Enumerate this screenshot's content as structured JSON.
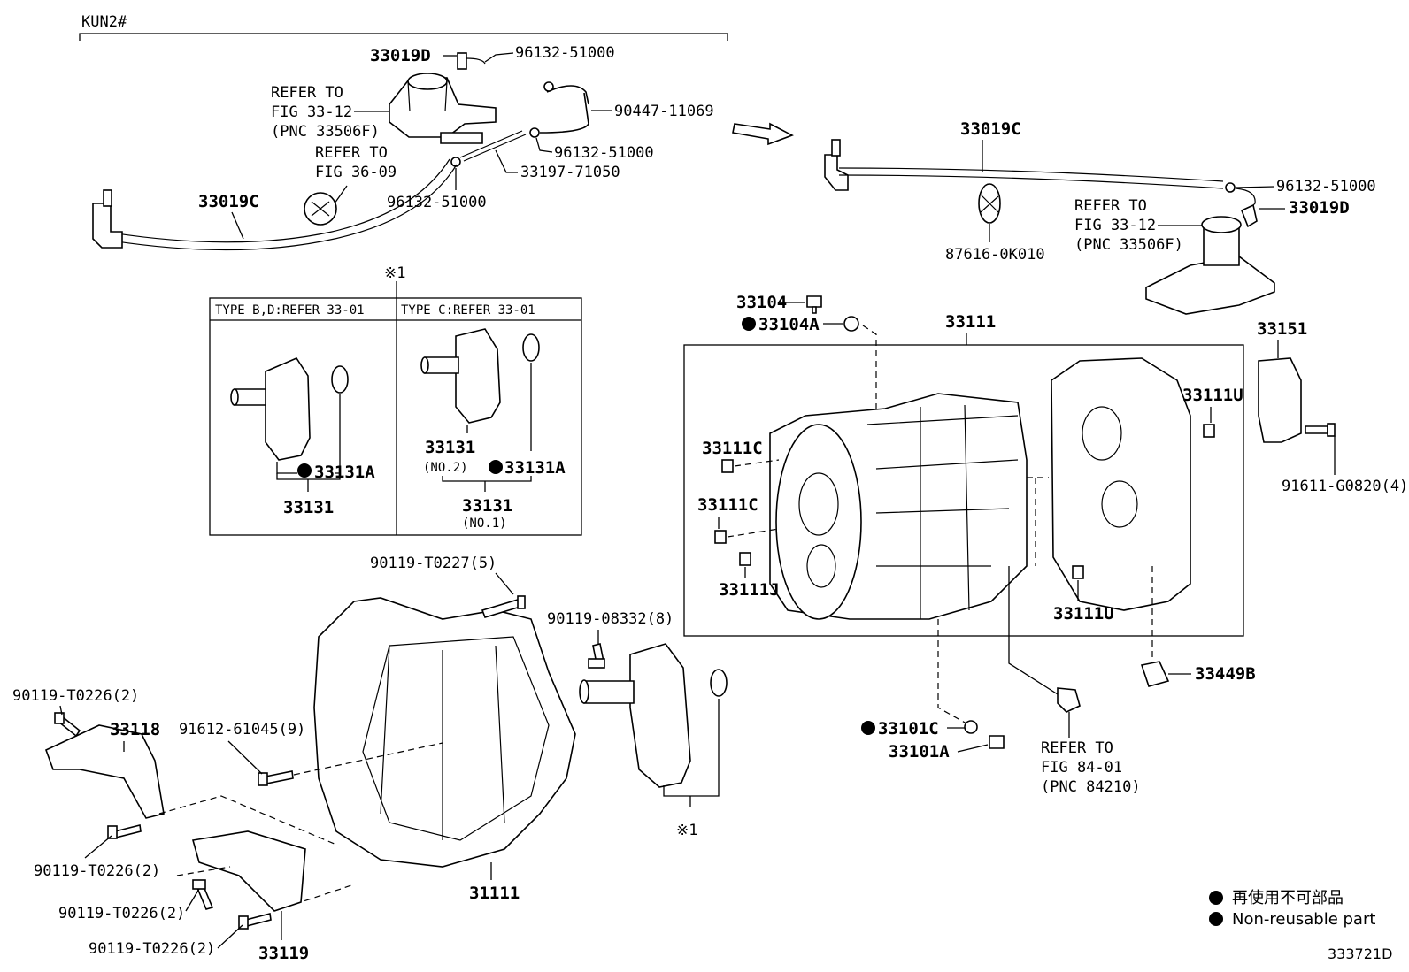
{
  "diagram": {
    "figure_id": "333721D",
    "model_header": "KUN2#",
    "arrow_note": "⇒",
    "legend": {
      "jp": "再使用不可部品",
      "en": "Non-reusable part"
    },
    "inset": {
      "mark": "※1",
      "left_title": "TYPE B,D:REFER 33-01",
      "right_title": "TYPE C:REFER 33-01",
      "left_seal": "33131A",
      "left_part": "33131",
      "right_part_top": "33131",
      "right_part_top_sub": "(NO.2)",
      "right_seal": "33131A",
      "right_part": "33131",
      "right_part_sub": "(NO.1)"
    },
    "top_left": {
      "p33019D": "33019D",
      "p96132_a": "96132-51000",
      "ref1_a": "REFER TO",
      "ref1_b": "FIG 33-12",
      "ref1_c": "(PNC 33506F)",
      "p90447": "90447-11069",
      "p96132_b": "96132-51000",
      "ref2_a": "REFER TO",
      "ref2_b": "FIG 36-09",
      "p33197": "33197-71050",
      "p33019C": "33019C",
      "p96132_c": "96132-51000"
    },
    "top_right": {
      "p33019C": "33019C",
      "p96132": "96132-51000",
      "p33019D": "33019D",
      "ref_a": "REFER TO",
      "ref_b": "FIG 33-12",
      "ref_c": "(PNC 33506F)",
      "p87616": "87616-0K010"
    },
    "right_case": {
      "p33104": "33104",
      "p33104A": "33104A",
      "p33111": "33111",
      "p33151": "33151",
      "p33111U_a": "33111U",
      "p33111C_a": "33111C",
      "p33111C_b": "33111C",
      "p33111J": "33111J",
      "p33111U_b": "33111U",
      "p91611": "91611-G0820(4)",
      "p33449B": "33449B",
      "p33101C": "33101C",
      "p33101A": "33101A",
      "ref_a": "REFER TO",
      "ref_b": "FIG 84-01",
      "ref_c": "(PNC 84210)"
    },
    "bottom_left": {
      "p90119_T0227": "90119-T0227(5)",
      "p90119_08332": "90119-08332(8)",
      "p90119_T0226_a": "90119-T0226(2)",
      "p33118": "33118",
      "p91612": "91612-61045(9)",
      "p90119_T0226_b": "90119-T0226(2)",
      "p90119_T0226_c": "90119-T0226(2)",
      "p90119_T0226_d": "90119-T0226(2)",
      "p33119": "33119",
      "p31111": "31111",
      "mark": "※1"
    }
  }
}
